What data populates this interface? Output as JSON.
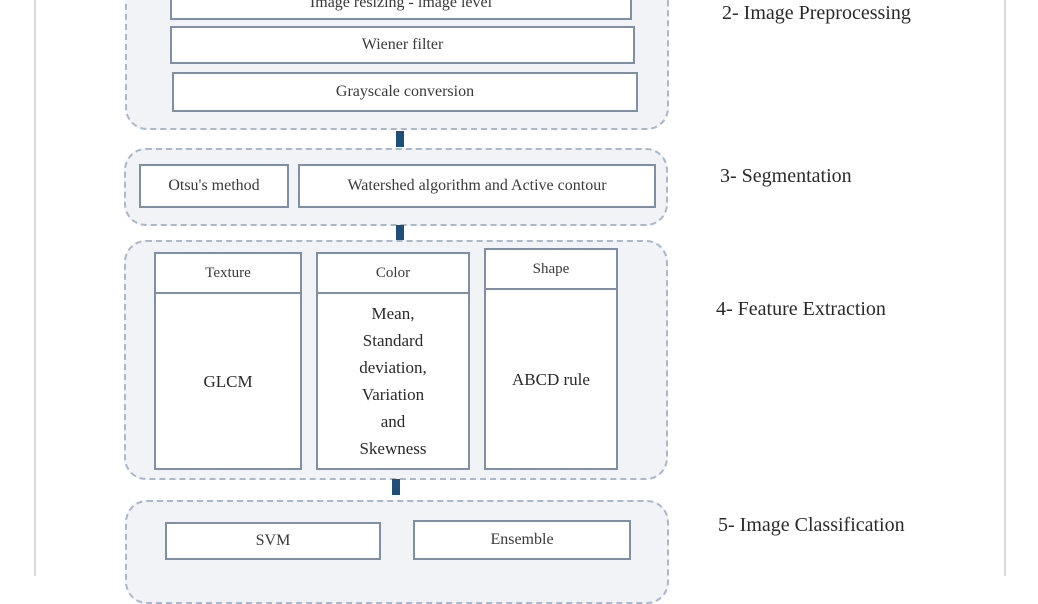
{
  "stages": {
    "preprocessing": {
      "label": "2- Image Preprocessing",
      "steps": [
        "Image resizing - image level",
        "Wiener filter",
        "Grayscale conversion"
      ]
    },
    "segmentation": {
      "label": "3- Segmentation",
      "steps": [
        "Otsu's method",
        "Watershed algorithm and Active contour"
      ]
    },
    "feature_extraction": {
      "label": "4- Feature Extraction",
      "columns": [
        {
          "header": "Texture",
          "lines": [
            "GLCM"
          ]
        },
        {
          "header": "Color",
          "lines": [
            "Mean,",
            "Standard",
            "deviation,",
            "Variation",
            "and",
            "Skewness"
          ]
        },
        {
          "header": "Shape",
          "lines": [
            "ABCD rule"
          ]
        }
      ]
    },
    "classification": {
      "label": "5- Image Classification",
      "steps": [
        "SVM",
        "Ensemble"
      ]
    }
  },
  "colors": {
    "stage_fill": "#f1f3f6",
    "stage_border": "#aab8cc",
    "box_border": "#7e8fa6",
    "connector": "#1f4e7a"
  }
}
